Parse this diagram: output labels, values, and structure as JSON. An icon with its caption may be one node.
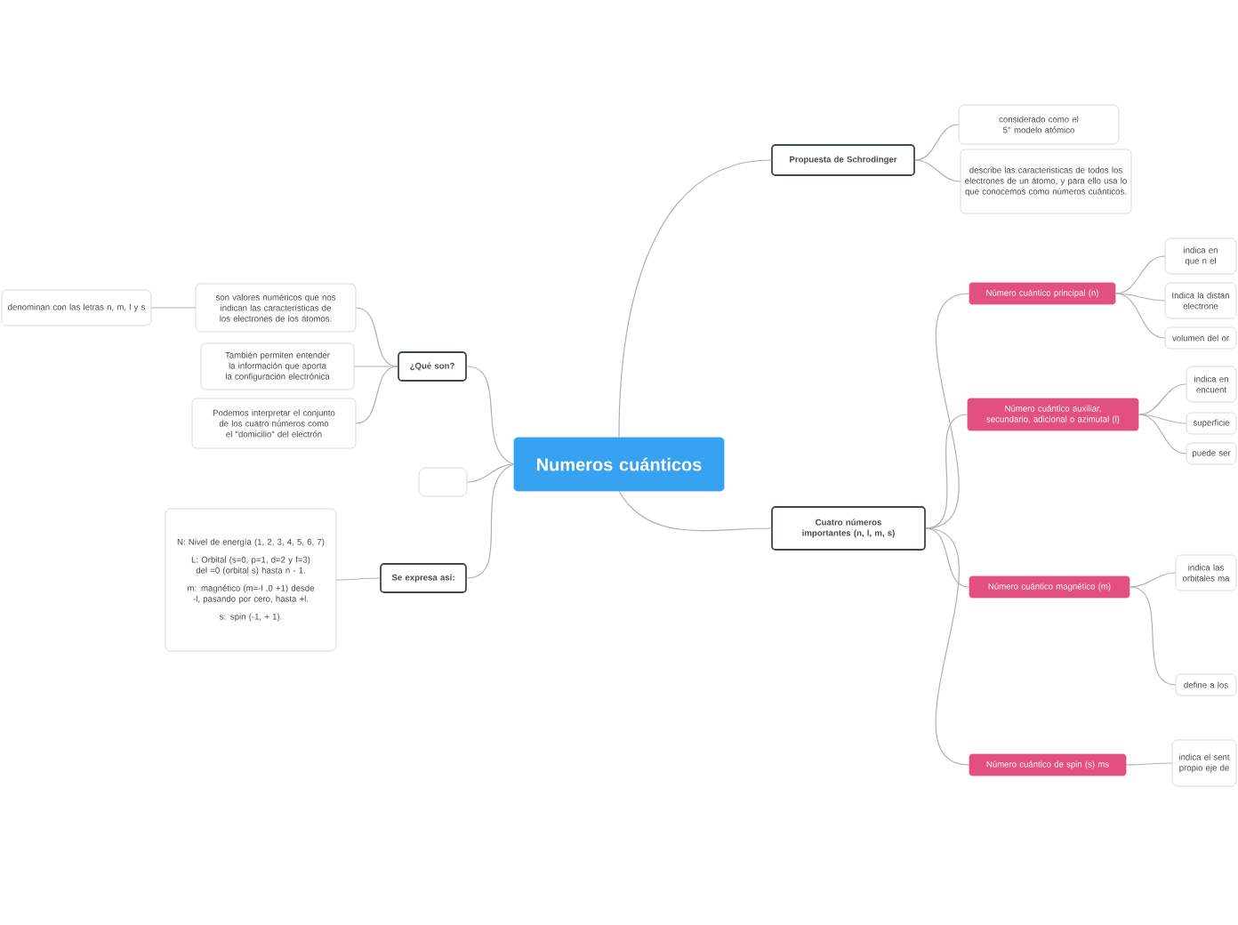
{
  "diagram": {
    "nodes": [
      {
        "text": [
          "Numeros cuánticos"
        ]
      },
      {
        "text": [
          "Propuesta de Schrodinger"
        ]
      },
      {
        "text": [
          "considerado como el 5° modelo atómico"
        ]
      },
      {
        "text": [
          "describe las caracteristicas de todos los electrones de un átomo, y para ello usa lo que conocemos como números cuánticos."
        ]
      },
      {
        "text": [
          "Cuatro números importantes (n, l, m, s)"
        ]
      },
      {
        "text": [
          "Número cuántico principal (n)"
        ]
      },
      {
        "text": [
          "indica en que n el"
        ]
      },
      {
        "text": [
          "Indica la distan electrone"
        ]
      },
      {
        "text": [
          "volumen del or"
        ]
      },
      {
        "text": [
          "Número cuántico auxiliar, secundario, adicional o azimutal (l)"
        ]
      },
      {
        "text": [
          "indica en encuent"
        ]
      },
      {
        "text": [
          "superficie"
        ]
      },
      {
        "text": [
          "puede ser"
        ]
      },
      {
        "text": [
          "Número cuántico magnético (m)"
        ]
      },
      {
        "text": [
          "indica las orbitales ma"
        ]
      },
      {
        "text": [
          "define a los"
        ]
      },
      {
        "text": [
          "Número cuántico de spin (s) ms"
        ]
      },
      {
        "text": [
          "indica el sent propio eje de"
        ]
      },
      {
        "text": [
          "¿Qué son?"
        ]
      },
      {
        "text": [
          "son valores numéricos que nos indican las características de los electrones de los átomos."
        ]
      },
      {
        "text": [
          "denominan con las letras n, m, l y s"
        ]
      },
      {
        "text": [
          "También permiten entender la información que aporta la configuración electrónica"
        ]
      },
      {
        "text": [
          "Podemos interpretar el conjunto de los cuatro números como el \"domicilio\" del electrón"
        ]
      },
      {
        "text": [
          "Se expresa así:"
        ]
      },
      {
        "text": [
          "N: Nivel de energía (1, 2, 3, 4, 5, 6, 7)",
          "L: Orbital (s=0, p=1, d=2 y f=3) del =0 (orbital s) hasta n - 1.",
          "m: magnético (m=-l ,0 +1) desde -l, pasando por cero, hasta +l.",
          "s: spin (-1, + 1)."
        ]
      },
      {
        "text": [],
        "shape": "box"
      }
    ],
    "edges": [
      {
        "from": 0,
        "to": 1,
        "arrow": "none"
      },
      {
        "from": 1,
        "to": 2,
        "arrow": "none"
      },
      {
        "from": 1,
        "to": 3,
        "arrow": "none"
      },
      {
        "from": 0,
        "to": 4,
        "arrow": "none"
      },
      {
        "from": 4,
        "to": 5,
        "arrow": "none"
      },
      {
        "from": 5,
        "to": 6,
        "arrow": "none"
      },
      {
        "from": 5,
        "to": 7,
        "arrow": "none"
      },
      {
        "from": 5,
        "to": 8,
        "arrow": "none"
      },
      {
        "from": 4,
        "to": 9,
        "arrow": "none"
      },
      {
        "from": 9,
        "to": 10,
        "arrow": "none"
      },
      {
        "from": 9,
        "to": 11,
        "arrow": "none"
      },
      {
        "from": 9,
        "to": 12,
        "arrow": "none"
      },
      {
        "from": 4,
        "to": 13,
        "arrow": "none"
      },
      {
        "from": 13,
        "to": 14,
        "arrow": "none"
      },
      {
        "from": 13,
        "to": 15,
        "arrow": "none"
      },
      {
        "from": 4,
        "to": 16,
        "arrow": "none"
      },
      {
        "from": 16,
        "to": 17,
        "arrow": "none"
      },
      {
        "from": 0,
        "to": 18,
        "arrow": "none"
      },
      {
        "from": 18,
        "to": 19,
        "arrow": "none"
      },
      {
        "from": 19,
        "to": 20,
        "arrow": "none"
      },
      {
        "from": 18,
        "to": 21,
        "arrow": "none"
      },
      {
        "from": 18,
        "to": 22,
        "arrow": "none"
      },
      {
        "from": 0,
        "to": 23,
        "arrow": "none"
      },
      {
        "from": 23,
        "to": 24,
        "arrow": "none"
      },
      {
        "from": 0,
        "to": 25,
        "arrow": "none"
      }
    ]
  }
}
